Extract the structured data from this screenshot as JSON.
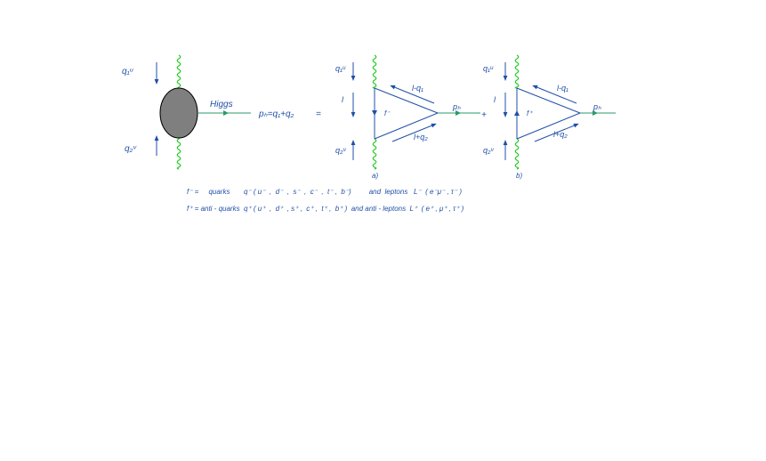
{
  "diagram": {
    "blob": {
      "higgs_label": "Higgs",
      "momentum_eq": "pₕ=q₁+q₂",
      "q1": "q₁ᵘ",
      "q2": "q₂ᵛ"
    },
    "diagram_a": {
      "equals": "=",
      "q1": "q₁ᵘ",
      "q2": "q₂ᵛ",
      "loop_l": "l",
      "fermion": "f⁻",
      "l_minus_q1": "l-q₁",
      "l_plus_q2": "l+q₂",
      "pH": "pₕ",
      "caption": "a)"
    },
    "diagram_b": {
      "plus": "+",
      "q1": "q₁ᵘ",
      "q2": "q₂ᵛ",
      "loop_l": "l",
      "fermion": "f⁺",
      "l_minus_q1": "l-q₁",
      "l_plus_q2": "l+q₂",
      "pH": "pₕ",
      "caption": "b)"
    },
    "legend": {
      "line1": "f⁻ =     quarks       q⁻ ( u⁻  ,  d⁻  ,  s⁻  ,  c⁻  ,  t⁻ ,  b⁻)         and  leptons   L⁻  ( e⁻μ⁻ , τ⁻ )",
      "line2": "f⁺ = anti - quarks  q⁺ ( u⁺  ,  d⁺  , s⁺ ,  c⁺ ,  t⁺ ,  b⁺ )  and anti - leptons  L⁺  ( e⁺ , μ⁺ , τ⁺ )"
    },
    "colors": {
      "gluon": "#22cc22",
      "higgs_line": "#2a9a6a",
      "fermion": "#1f4fa8",
      "text": "#1f4fa8",
      "blob_fill": "#7f7f7f"
    }
  }
}
